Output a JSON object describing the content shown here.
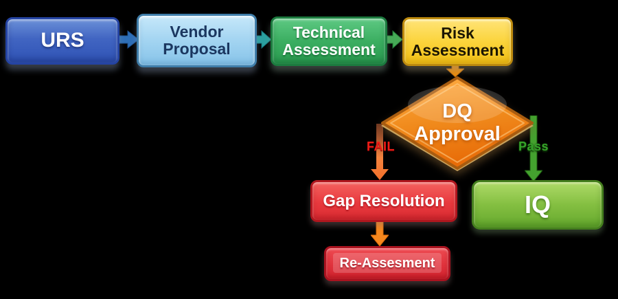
{
  "nodes": {
    "urs": {
      "label": "URS"
    },
    "vendor_proposal": {
      "label": "Vendor\nProposal"
    },
    "technical_assessment": {
      "label": "Technical\nAssessment"
    },
    "risk_assessment": {
      "label": "Risk\nAssessment"
    },
    "dq_approval": {
      "label": "DQ\nApproval"
    },
    "gap_resolution": {
      "label": "Gap Resolution"
    },
    "re_assesment": {
      "label": "Re-Assesment"
    },
    "iq": {
      "label": "IQ"
    }
  },
  "edge_labels": {
    "fail": "FAIL",
    "pass": "Pass"
  },
  "colors": {
    "background": "#000000",
    "urs_fill": "#4165c2",
    "urs_border": "#2544a3",
    "urs_text": "#ffffff",
    "vendor_fill": "#a6d6f2",
    "vendor_border": "#3f7da9",
    "vendor_text": "#1b3760",
    "technical_fill": "#3bae61",
    "technical_border": "#1c7b3f",
    "technical_text": "#ffffff",
    "risk_fill": "#fbd43c",
    "risk_border": "#bd8a0e",
    "risk_text": "#1c1602",
    "dq_fill": "#ee7a10",
    "dq_border": "#a85c10",
    "dq_text": "#ffffff",
    "gap_fill": "#e8393e",
    "gap_border": "#b0161e",
    "gap_text": "#ffffff",
    "re_fill": "#e0323c",
    "re_border": "#aa121f",
    "re_text": "#ffffff",
    "iq_fill": "#84bf41",
    "iq_border": "#457f1e",
    "iq_text": "#ffffff",
    "fail_text": "#ee1c16",
    "pass_text": "#36a32a",
    "arrow_blue": "#2e6fb7",
    "arrow_teal": "#2ba1a1",
    "arrow_green": "#46ab57",
    "arrow_orange": "#ef8d0c",
    "arrow_fail": "#f4702a",
    "arrow_pass": "#44a22f",
    "arrow_gap_to_re": "#f5871e"
  }
}
